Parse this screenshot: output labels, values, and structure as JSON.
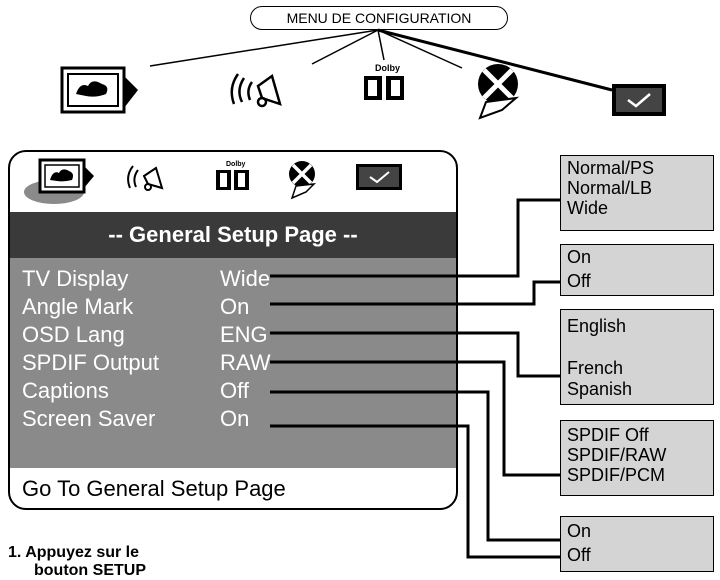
{
  "menu_title": "MENU DE CONFIGURATION",
  "icons": [
    "tv-display-icon",
    "audio-speaker-icon",
    "dolby-icon",
    "film-reel-icon",
    "checkmark-icon"
  ],
  "dolby_label": "Dolby",
  "panel": {
    "header": "-- General Setup Page --",
    "rows": [
      {
        "label": "TV Display",
        "value": "Wide"
      },
      {
        "label": "Angle Mark",
        "value": "On"
      },
      {
        "label": "OSD Lang",
        "value": "ENG"
      },
      {
        "label": "SPDIF Output",
        "value": "RAW"
      },
      {
        "label": "Captions",
        "value": "Off"
      },
      {
        "label": "Screen Saver",
        "value": "On"
      }
    ],
    "footer": "Go To General Setup Page"
  },
  "option_boxes": [
    {
      "options": [
        "Normal/PS",
        "Normal/LB",
        "Wide"
      ]
    },
    {
      "options": [
        "On",
        "Off"
      ]
    },
    {
      "options": [
        "English",
        "",
        "French",
        "Spanish"
      ]
    },
    {
      "options": [
        "SPDIF Off",
        "SPDIF/RAW",
        "SPDIF/PCM"
      ]
    },
    {
      "options": [
        "On",
        "Off"
      ]
    }
  ],
  "instruction": {
    "line1": "1. Appuyez sur le",
    "line2": "bouton SETUP"
  },
  "colors": {
    "header_bg": "#3a3a3a",
    "body_bg": "#8a8a8a",
    "option_bg": "#d4d4d4"
  }
}
